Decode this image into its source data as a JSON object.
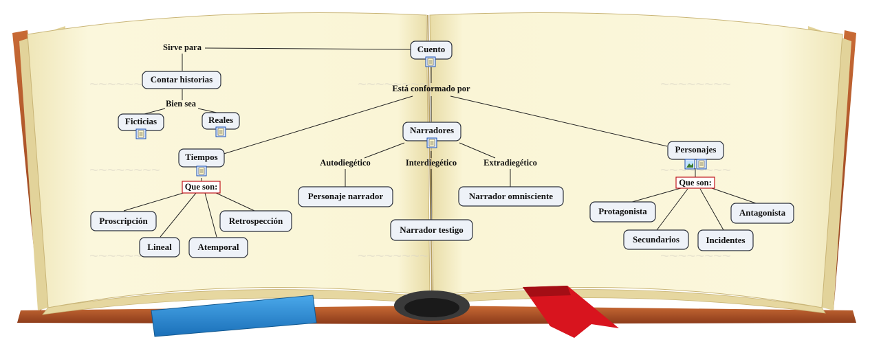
{
  "map": {
    "root": "Cuento",
    "sirve_para": "Sirve para",
    "contar_historias": "Contar historias",
    "bien_sea": "Bien sea",
    "ficticias": "Ficticias",
    "reales": "Reales",
    "esta_conformado_por": "Está conformado por",
    "tiempos": "Tiempos",
    "narradores": "Narradores",
    "personajes": "Personajes",
    "tiempos_que_son": "Que son:",
    "personajes_que_son": "Que son:",
    "autodiegetico": "Autodiegético",
    "interdiegetico": "Interdiegético",
    "extradiegetico": "Extradiegético",
    "personaje_narrador": "Personaje narrador",
    "narrador_testigo": "Narrador testigo",
    "narrador_omnisciente": "Narrador omnisciente",
    "proscripcion": "Proscripción",
    "lineal": "Lineal",
    "atemporal": "Atemporal",
    "retrospeccion": "Retrospección",
    "protagonista": "Protagonista",
    "secundarios": "Secundarios",
    "incidentes": "Incidentes",
    "antagonista": "Antagonista"
  },
  "icons": {
    "document": "document-icon",
    "image": "image-icon"
  },
  "colors": {
    "page": "#fbf6d8",
    "book_cover": "#b1552a",
    "node_fill": "#eef2f8",
    "red_box": "#c0141c",
    "bookmark_blue": "#2a8fd8",
    "bookmark_red": "#d8141e"
  }
}
